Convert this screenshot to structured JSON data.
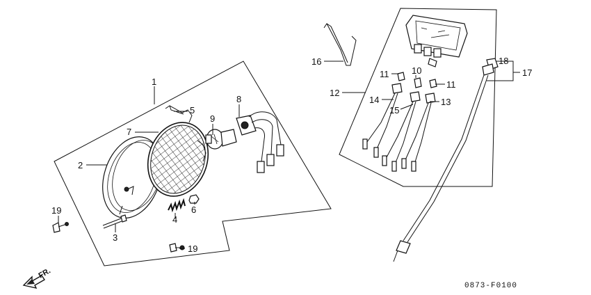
{
  "callouts": {
    "c1": "1",
    "c2": "2",
    "c3": "3",
    "c4": "4",
    "c5": "5",
    "c6": "6",
    "c7": "7",
    "c8": "8",
    "c9": "9",
    "c10": "10",
    "c11a": "11",
    "c11b": "11",
    "c12": "12",
    "c13": "13",
    "c14": "14",
    "c15": "15",
    "c16": "16",
    "c17": "17",
    "c18": "18",
    "c19a": "19",
    "c19b": "19"
  },
  "direction_label": "FR.",
  "diagram_code": "0873-F0100"
}
